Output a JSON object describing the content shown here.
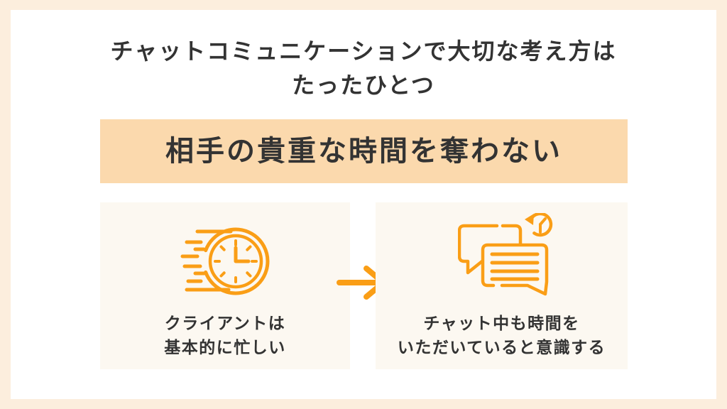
{
  "colors": {
    "accent_orange": "#FA9E16",
    "frame_background": "#FCEEDD",
    "highlight_background": "#FBD9AD",
    "panel_background": "#FCF8F1",
    "text_color": "#333333",
    "content_background": "#FFFFFF"
  },
  "title": {
    "line1": "チャットコミュニケーションで大切な考え方は",
    "line2": "たったひとつ"
  },
  "key_message": {
    "text": "相手の貴重な時間を奪わない"
  },
  "flow": {
    "left_card": {
      "icon": "speeding-clock-icon",
      "caption_line1": "クライアントは",
      "caption_line2": "基本的に忙しい"
    },
    "arrow_icon": "right-arrow-icon",
    "right_card": {
      "icon": "chat-bubbles-time-icon",
      "caption_line1": "チャット中も時間を",
      "caption_line2": "いただいていると意識する"
    }
  }
}
